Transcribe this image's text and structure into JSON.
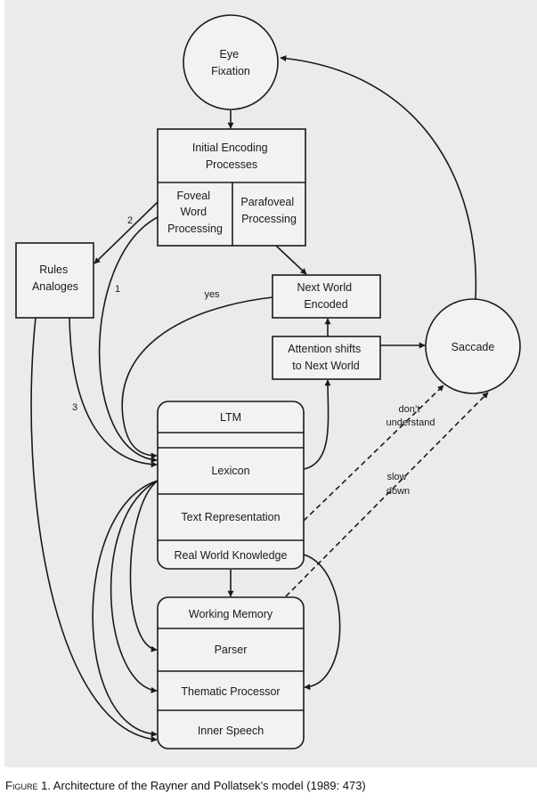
{
  "nodes": {
    "eye_fixation": [
      "Eye",
      "Fixation"
    ],
    "initial_encoding": [
      "Initial Encoding",
      "Processes"
    ],
    "foveal": [
      "Foveal",
      "Word",
      "Processing"
    ],
    "parafoveal": [
      "Parafoveal",
      "Processing"
    ],
    "rules": [
      "Rules",
      "Analoges"
    ],
    "next_word_encoded": [
      "Next World",
      "Encoded"
    ],
    "attention_shifts": [
      "Attention shifts",
      "to Next World"
    ],
    "saccade": [
      "Saccade"
    ],
    "ltm": "LTM",
    "lexicon": "Lexicon",
    "text_representation": "Text Representation",
    "real_world_knowledge": "Real World Knowledge",
    "working_memory": "Working Memory",
    "parser": "Parser",
    "thematic_processor": "Thematic Processor",
    "inner_speech": "Inner Speech"
  },
  "edge_labels": {
    "two": "2",
    "one": "1",
    "three": "3",
    "yes": "yes",
    "dont_understand": [
      "don’t",
      "understand"
    ],
    "slow_down": [
      "slow",
      "down"
    ]
  },
  "caption": {
    "figure": "Figure",
    "text": " 1. Architecture of the Rayner and Pollatsek’s model (1989: 473)"
  }
}
